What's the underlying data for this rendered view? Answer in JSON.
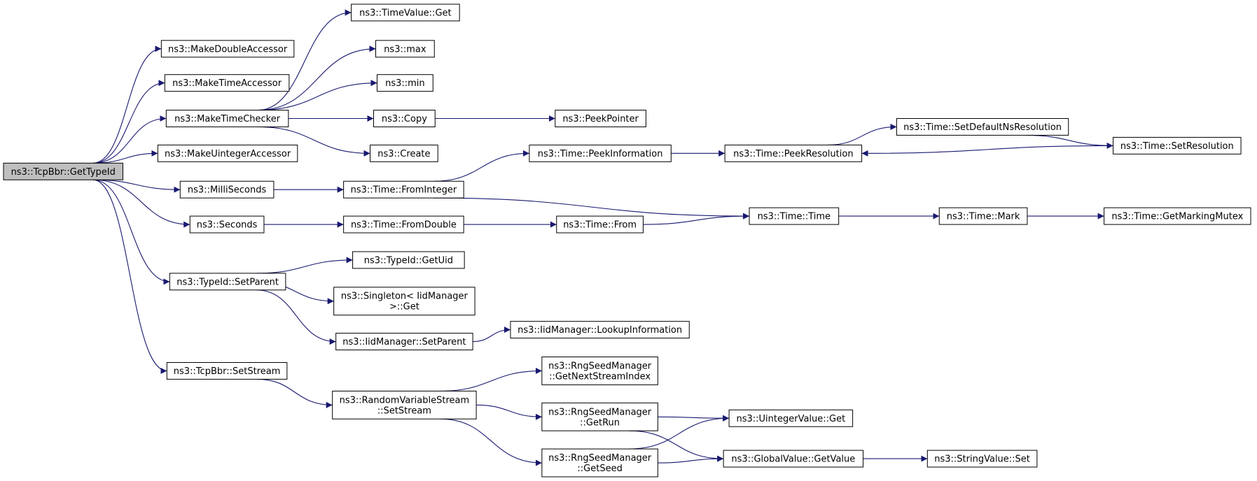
{
  "colors": {
    "edge": "#191970",
    "root_fill": "#bfbfbf",
    "node_fill": "#ffffff",
    "border": "#000000"
  },
  "nodes": [
    {
      "id": "getTypeId",
      "lines": [
        "ns3::TcpBbr::GetTypeId"
      ],
      "root": true
    },
    {
      "id": "makeDouble",
      "lines": [
        "ns3::MakeDoubleAccessor"
      ]
    },
    {
      "id": "makeTimeAcc",
      "lines": [
        "ns3::MakeTimeAccessor"
      ]
    },
    {
      "id": "makeTimeChecker",
      "lines": [
        "ns3::MakeTimeChecker"
      ]
    },
    {
      "id": "makeUinteger",
      "lines": [
        "ns3::MakeUintegerAccessor"
      ]
    },
    {
      "id": "milliSeconds",
      "lines": [
        "ns3::MilliSeconds"
      ]
    },
    {
      "id": "seconds",
      "lines": [
        "ns3::Seconds"
      ]
    },
    {
      "id": "setParent",
      "lines": [
        "ns3::TypeId::SetParent"
      ]
    },
    {
      "id": "setStream",
      "lines": [
        "ns3::TcpBbr::SetStream"
      ]
    },
    {
      "id": "timeValueGet",
      "lines": [
        "ns3::TimeValue::Get"
      ]
    },
    {
      "id": "max",
      "lines": [
        "ns3::max"
      ]
    },
    {
      "id": "min",
      "lines": [
        "ns3::min"
      ]
    },
    {
      "id": "copy",
      "lines": [
        "ns3::Copy"
      ]
    },
    {
      "id": "create",
      "lines": [
        "ns3::Create"
      ]
    },
    {
      "id": "peekPointer",
      "lines": [
        "ns3::PeekPointer"
      ]
    },
    {
      "id": "fromInteger",
      "lines": [
        "ns3::Time::FromInteger"
      ]
    },
    {
      "id": "fromDouble",
      "lines": [
        "ns3::Time::FromDouble"
      ]
    },
    {
      "id": "peekInformation",
      "lines": [
        "ns3::Time::PeekInformation"
      ]
    },
    {
      "id": "timeFrom",
      "lines": [
        "ns3::Time::From"
      ]
    },
    {
      "id": "peekResolution",
      "lines": [
        "ns3::Time::PeekResolution"
      ]
    },
    {
      "id": "setDefaultNs",
      "lines": [
        "ns3::Time::SetDefaultNsResolution"
      ]
    },
    {
      "id": "setResolution",
      "lines": [
        "ns3::Time::SetResolution"
      ]
    },
    {
      "id": "timeTime",
      "lines": [
        "ns3::Time::Time"
      ]
    },
    {
      "id": "timeMark",
      "lines": [
        "ns3::Time::Mark"
      ]
    },
    {
      "id": "getMarkingMutex",
      "lines": [
        "ns3::Time::GetMarkingMutex"
      ]
    },
    {
      "id": "getUid",
      "lines": [
        "ns3::TypeId::GetUid"
      ]
    },
    {
      "id": "singletonGet",
      "lines": [
        "ns3::Singleton< IidManager",
        ">::Get"
      ]
    },
    {
      "id": "iidSetParent",
      "lines": [
        "ns3::IidManager::SetParent"
      ]
    },
    {
      "id": "lookupInfo",
      "lines": [
        "ns3::IidManager::LookupInformation"
      ]
    },
    {
      "id": "rvsSetStream",
      "lines": [
        "ns3::RandomVariableStream",
        "::SetStream"
      ]
    },
    {
      "id": "getNextStream",
      "lines": [
        "ns3::RngSeedManager",
        "::GetNextStreamIndex"
      ]
    },
    {
      "id": "getRun",
      "lines": [
        "ns3::RngSeedManager",
        "::GetRun"
      ]
    },
    {
      "id": "getSeed",
      "lines": [
        "ns3::RngSeedManager",
        "::GetSeed"
      ]
    },
    {
      "id": "uintegerGet",
      "lines": [
        "ns3::UintegerValue::Get"
      ]
    },
    {
      "id": "globalGetValue",
      "lines": [
        "ns3::GlobalValue::GetValue"
      ]
    },
    {
      "id": "stringSet",
      "lines": [
        "ns3::StringValue::Set"
      ]
    }
  ],
  "edges": [
    [
      "getTypeId",
      "makeDouble"
    ],
    [
      "getTypeId",
      "makeTimeAcc"
    ],
    [
      "getTypeId",
      "makeTimeChecker"
    ],
    [
      "getTypeId",
      "makeUinteger"
    ],
    [
      "getTypeId",
      "milliSeconds"
    ],
    [
      "getTypeId",
      "seconds"
    ],
    [
      "getTypeId",
      "setParent"
    ],
    [
      "getTypeId",
      "setStream"
    ],
    [
      "makeTimeChecker",
      "timeValueGet"
    ],
    [
      "makeTimeChecker",
      "max"
    ],
    [
      "makeTimeChecker",
      "min"
    ],
    [
      "makeTimeChecker",
      "copy"
    ],
    [
      "makeTimeChecker",
      "create"
    ],
    [
      "copy",
      "peekPointer"
    ],
    [
      "milliSeconds",
      "fromInteger"
    ],
    [
      "seconds",
      "fromDouble"
    ],
    [
      "fromInteger",
      "peekInformation"
    ],
    [
      "fromInteger",
      "timeTime"
    ],
    [
      "fromDouble",
      "timeFrom"
    ],
    [
      "timeFrom",
      "timeTime"
    ],
    [
      "peekInformation",
      "peekResolution"
    ],
    [
      "peekResolution",
      "setDefaultNs"
    ],
    [
      "setDefaultNs",
      "setResolution"
    ],
    [
      "setResolution",
      "peekResolution"
    ],
    [
      "timeTime",
      "timeMark"
    ],
    [
      "timeMark",
      "getMarkingMutex"
    ],
    [
      "setParent",
      "getUid"
    ],
    [
      "setParent",
      "singletonGet"
    ],
    [
      "setParent",
      "iidSetParent"
    ],
    [
      "iidSetParent",
      "lookupInfo"
    ],
    [
      "setStream",
      "rvsSetStream"
    ],
    [
      "rvsSetStream",
      "getNextStream"
    ],
    [
      "rvsSetStream",
      "getRun"
    ],
    [
      "rvsSetStream",
      "getSeed"
    ],
    [
      "getRun",
      "uintegerGet"
    ],
    [
      "getRun",
      "globalGetValue"
    ],
    [
      "getSeed",
      "uintegerGet"
    ],
    [
      "getSeed",
      "globalGetValue"
    ],
    [
      "globalGetValue",
      "stringSet"
    ]
  ]
}
